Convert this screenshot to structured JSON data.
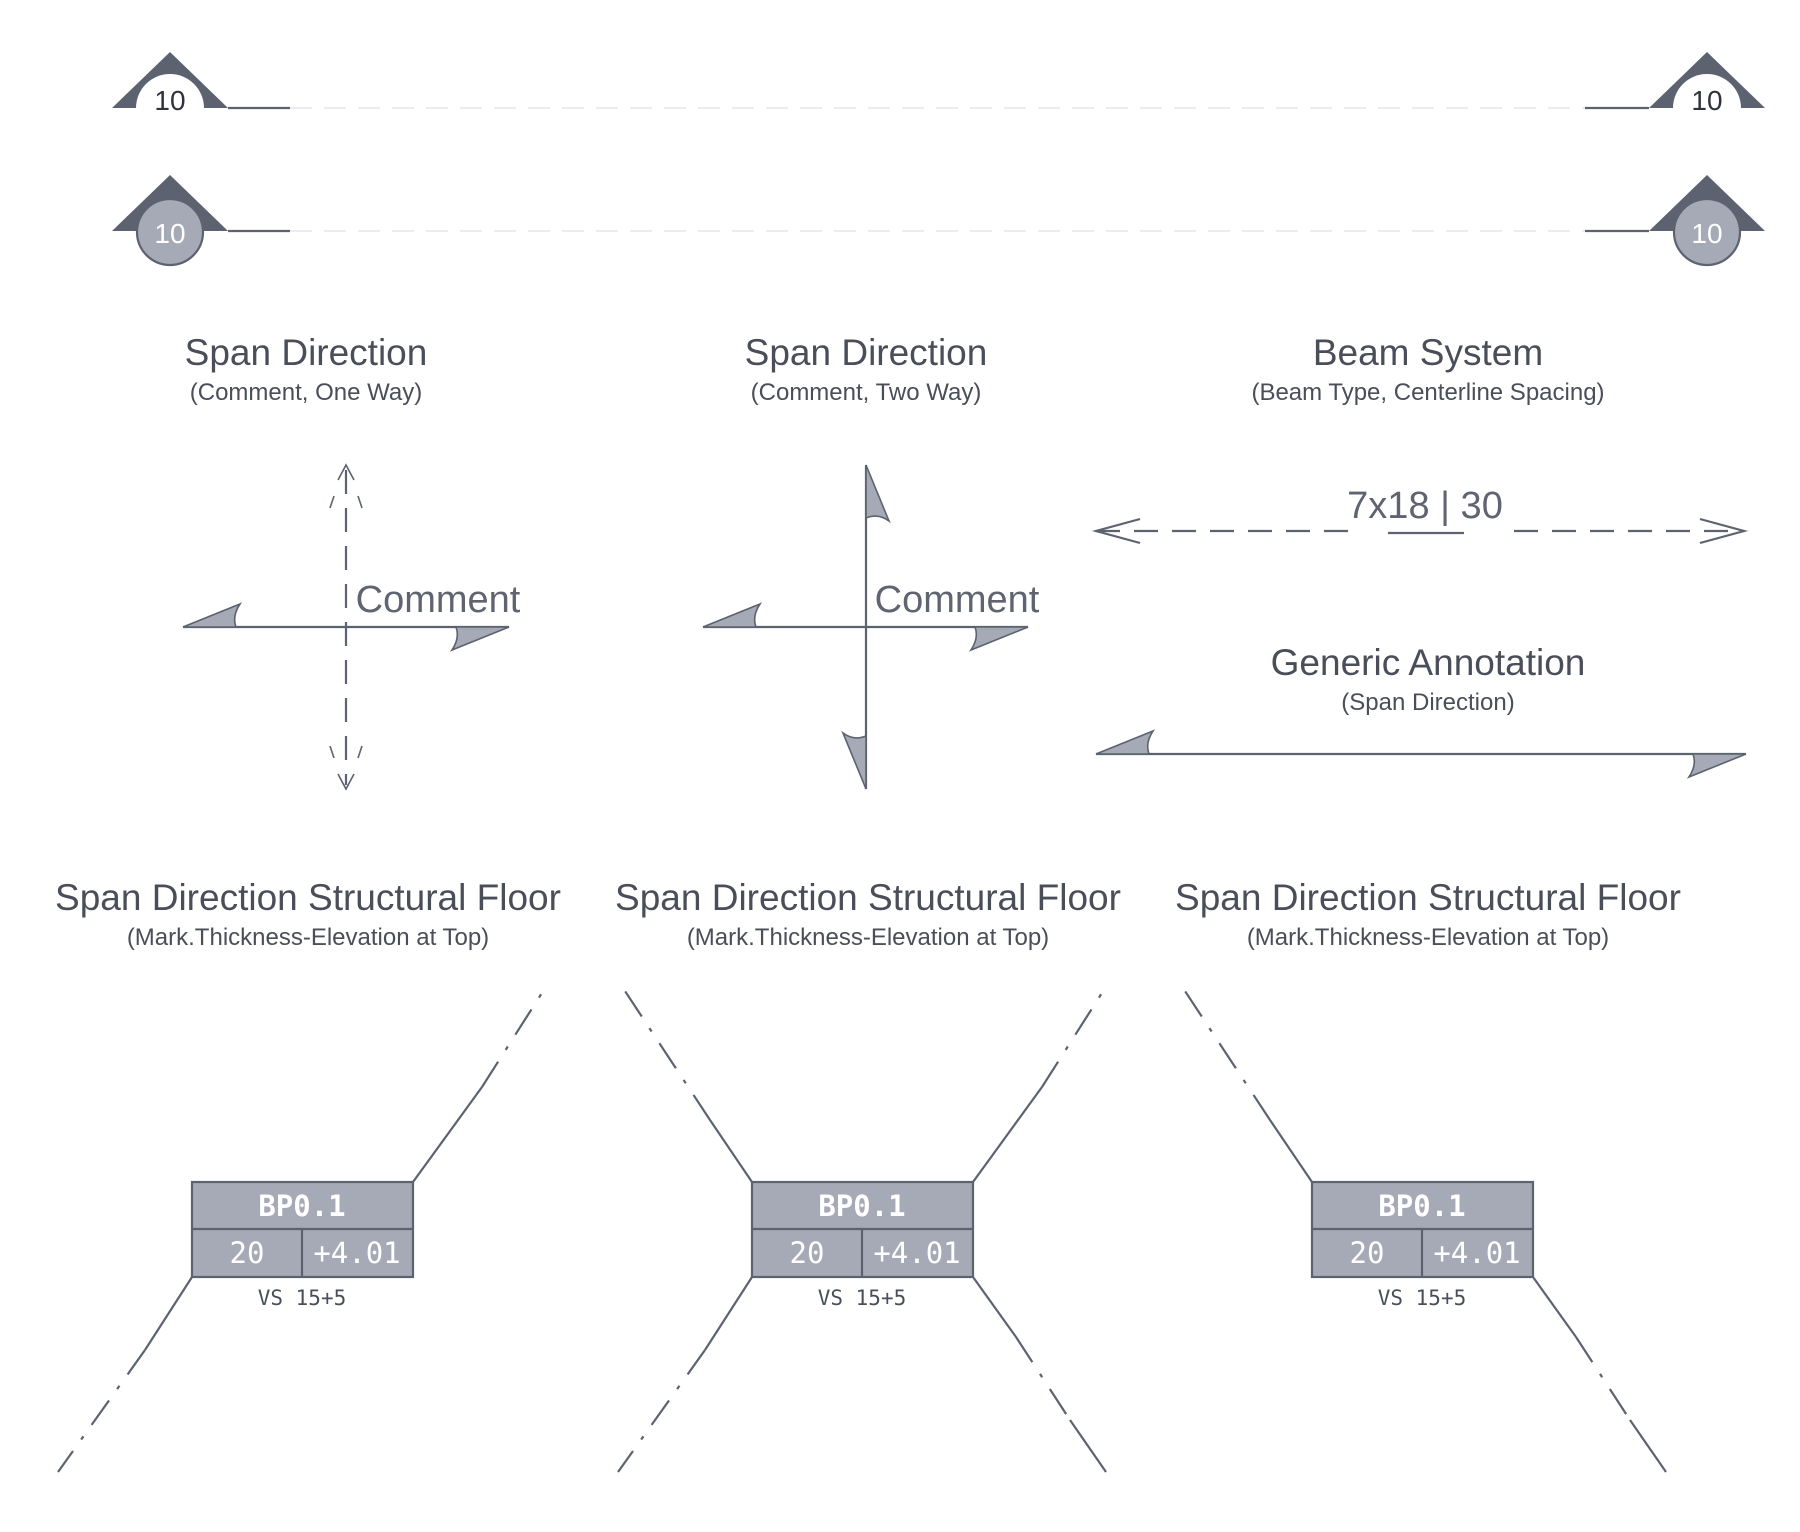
{
  "grid_heads": [
    {
      "label": "10",
      "style": "outline"
    },
    {
      "label": "10",
      "style": "filled"
    }
  ],
  "span_one_way": {
    "title": "Span Direction",
    "subtitle": "(Comment, One Way)",
    "comment": "Comment"
  },
  "span_two_way": {
    "title": "Span Direction",
    "subtitle": "(Comment, Two Way)",
    "comment": "Comment"
  },
  "beam_system": {
    "title": "Beam System",
    "subtitle": "(Beam Type, Centerline Spacing)",
    "label": "7x18 | 30"
  },
  "generic_annotation": {
    "title": "Generic Annotation",
    "subtitle": "(Span Direction)"
  },
  "structural_floors": [
    {
      "title": "Span Direction Structural Floor",
      "subtitle": "(Mark.Thickness-Elevation at Top)",
      "mark": "BP0.1",
      "thickness": "20",
      "elevation": "+4.01",
      "note": "VS 15+5"
    },
    {
      "title": "Span Direction Structural Floor",
      "subtitle": "(Mark.Thickness-Elevation at Top)",
      "mark": "BP0.1",
      "thickness": "20",
      "elevation": "+4.01",
      "note": "VS 15+5"
    },
    {
      "title": "Span Direction Structural Floor",
      "subtitle": "(Mark.Thickness-Elevation at Top)",
      "mark": "BP0.1",
      "thickness": "20",
      "elevation": "+4.01",
      "note": "VS 15+5"
    }
  ],
  "colors": {
    "line": "#5d6270",
    "tag_fill": "#a6aab6",
    "text": "#4a4e59",
    "grid_line": "#e4e6ea"
  }
}
